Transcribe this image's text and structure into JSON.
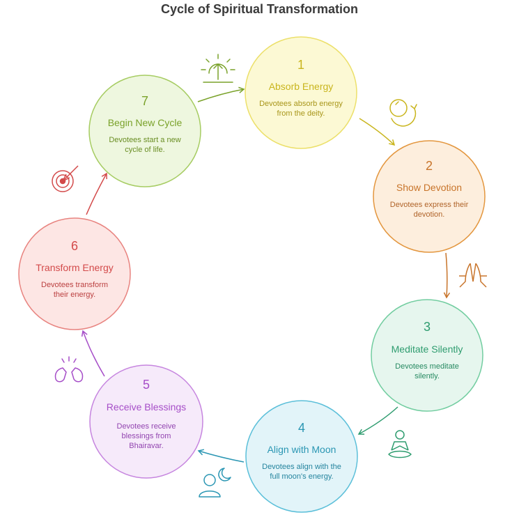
{
  "title": "Cycle of Spiritual Transformation",
  "steps": [
    {
      "number": "1",
      "title": "Absorb Energy",
      "desc": [
        "Devotees absorb energy",
        "from the deity."
      ],
      "color": "#c9b51d",
      "fill": "#fcf9d4",
      "stroke": "#ece06a",
      "icon": "sun-arrow-icon"
    },
    {
      "number": "2",
      "title": "Show Devotion",
      "desc": [
        "Devotees express their",
        "devotion."
      ],
      "color": "#c8742a",
      "fill": "#fdeedd",
      "stroke": "#e3963e",
      "icon": "praying-hands-icon"
    },
    {
      "number": "3",
      "title": "Meditate Silently",
      "desc": [
        "Devotees meditate",
        "silently."
      ],
      "color": "#2e9c6f",
      "fill": "#e6f6ee",
      "stroke": "#72cda0",
      "icon": "meditating-person-icon"
    },
    {
      "number": "4",
      "title": "Align with Moon",
      "desc": [
        "Devotees align with the",
        "full moon's energy."
      ],
      "color": "#2a96b3",
      "fill": "#e2f4f9",
      "stroke": "#5bbfd9",
      "icon": "person-moon-icon"
    },
    {
      "number": "5",
      "title": "Receive Blessings",
      "desc": [
        "Devotees receive",
        "blessings from",
        "Bhairavar."
      ],
      "color": "#a64ec8",
      "fill": "#f6eafa",
      "stroke": "#c685df",
      "icon": "blessing-hands-icon"
    },
    {
      "number": "6",
      "title": "Transform Energy",
      "desc": [
        "Devotees transform",
        "their energy."
      ],
      "color": "#d34a4a",
      "fill": "#fde6e4",
      "stroke": "#e88480",
      "icon": "target-arrow-icon"
    },
    {
      "number": "7",
      "title": "Begin New Cycle",
      "desc": [
        "Devotees start a new",
        "cycle of life."
      ],
      "color": "#7aa22a",
      "fill": "#eef7df",
      "stroke": "#a6cc62",
      "icon": "cycle-icon"
    }
  ]
}
